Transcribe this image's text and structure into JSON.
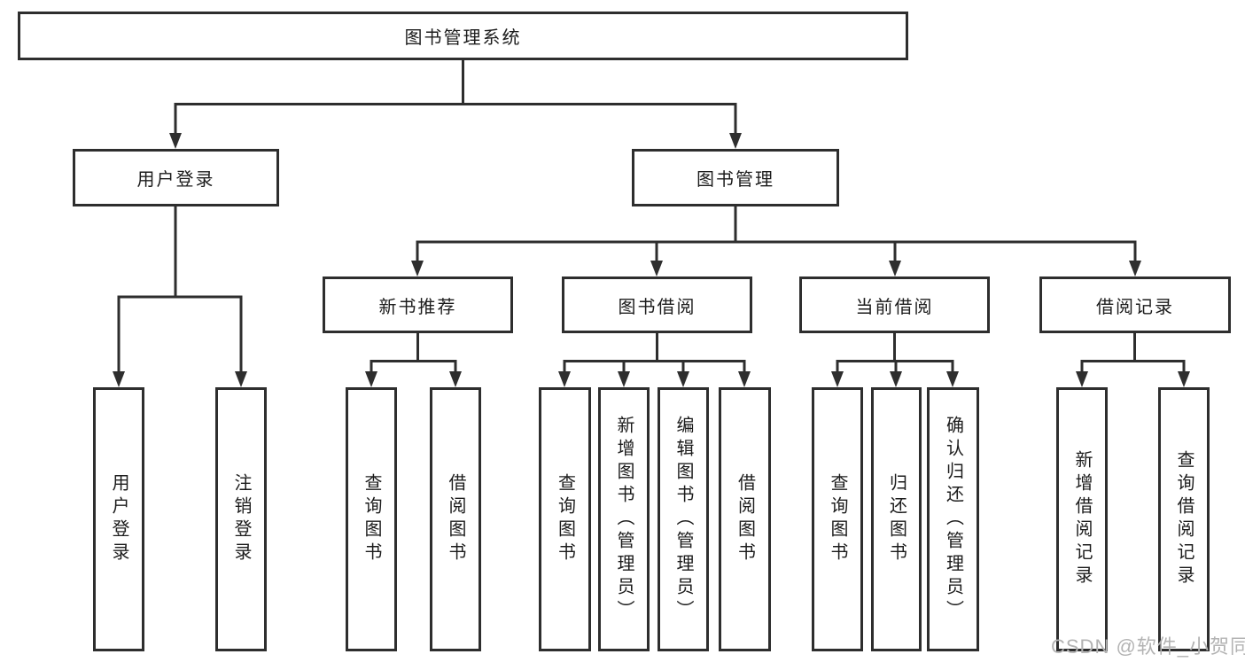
{
  "title": "图书管理系统",
  "tree": {
    "root": {
      "label": "图书管理系统",
      "children": [
        {
          "label": "用户登录",
          "children": [
            {
              "label": "用户登录"
            },
            {
              "label": "注销登录"
            }
          ]
        },
        {
          "label": "图书管理",
          "children": [
            {
              "label": "新书推荐",
              "children": [
                {
                  "label": "查询图书"
                },
                {
                  "label": "借阅图书"
                }
              ]
            },
            {
              "label": "图书借阅",
              "children": [
                {
                  "label": "查询图书"
                },
                {
                  "label": "新增图书（管理员）"
                },
                {
                  "label": "编辑图书（管理员）"
                },
                {
                  "label": "借阅图书"
                }
              ]
            },
            {
              "label": "当前借阅",
              "children": [
                {
                  "label": "查询图书"
                },
                {
                  "label": "归还图书"
                },
                {
                  "label": "确认归还（管理员）"
                }
              ]
            },
            {
              "label": "借阅记录",
              "children": [
                {
                  "label": "新增借阅记录"
                },
                {
                  "label": "查询借阅记录"
                }
              ]
            }
          ]
        }
      ]
    }
  },
  "watermark": {
    "text": "CSDN @软件_小贺同学"
  },
  "colors": {
    "line": "#2e2e2e",
    "text": "#1c1c1c",
    "watermark": "#b3b3b3",
    "background": "#ffffff"
  }
}
